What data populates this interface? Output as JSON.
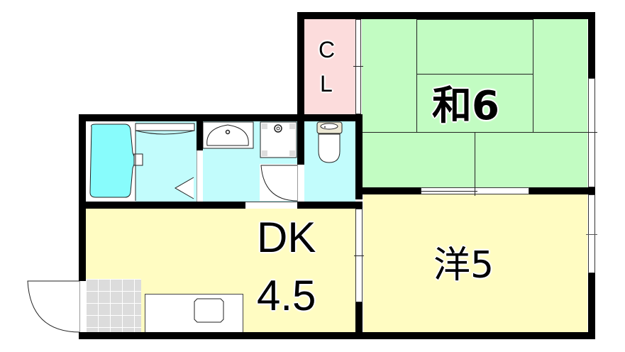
{
  "floor_plan": {
    "colors": {
      "closet": "#fcdcdc",
      "washitsu": "#c2fcc2",
      "yoshitsu": "#fffcc2",
      "dk": "#fffcc2",
      "wet_area": "#c2fcfc",
      "bathtub": "#88fcfc",
      "entrance_tile": "#dcdcdc",
      "wall": "#000000"
    },
    "rooms": {
      "closet": {
        "label_line1": "C",
        "label_line2": "L"
      },
      "washitsu": {
        "label": "和6"
      },
      "yoshitsu": {
        "label": "洋5"
      },
      "dk": {
        "label_line1": "DK",
        "label_line2": "4.5"
      }
    },
    "fixtures": [
      "bathtub",
      "washbasin",
      "washing-machine-space",
      "toilet",
      "kitchen-sink",
      "entrance-door"
    ]
  }
}
